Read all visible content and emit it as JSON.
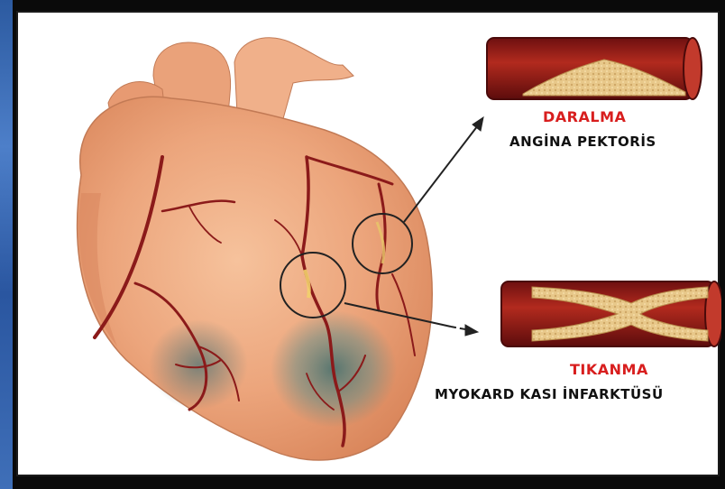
{
  "labels": {
    "narrowing_title": "DARALMA",
    "narrowing_condition": "ANGİNA PEKTORİS",
    "blockage_title": "TIKANMA",
    "blockage_condition": "MYOKARD KASI İNFARKTÜSÜ"
  },
  "colors": {
    "heart": "#e8926a",
    "artery": "#8b1a1a",
    "plaque": "#e9c98a",
    "label_red": "#d81e1e",
    "infarct": "#4a7a78"
  }
}
